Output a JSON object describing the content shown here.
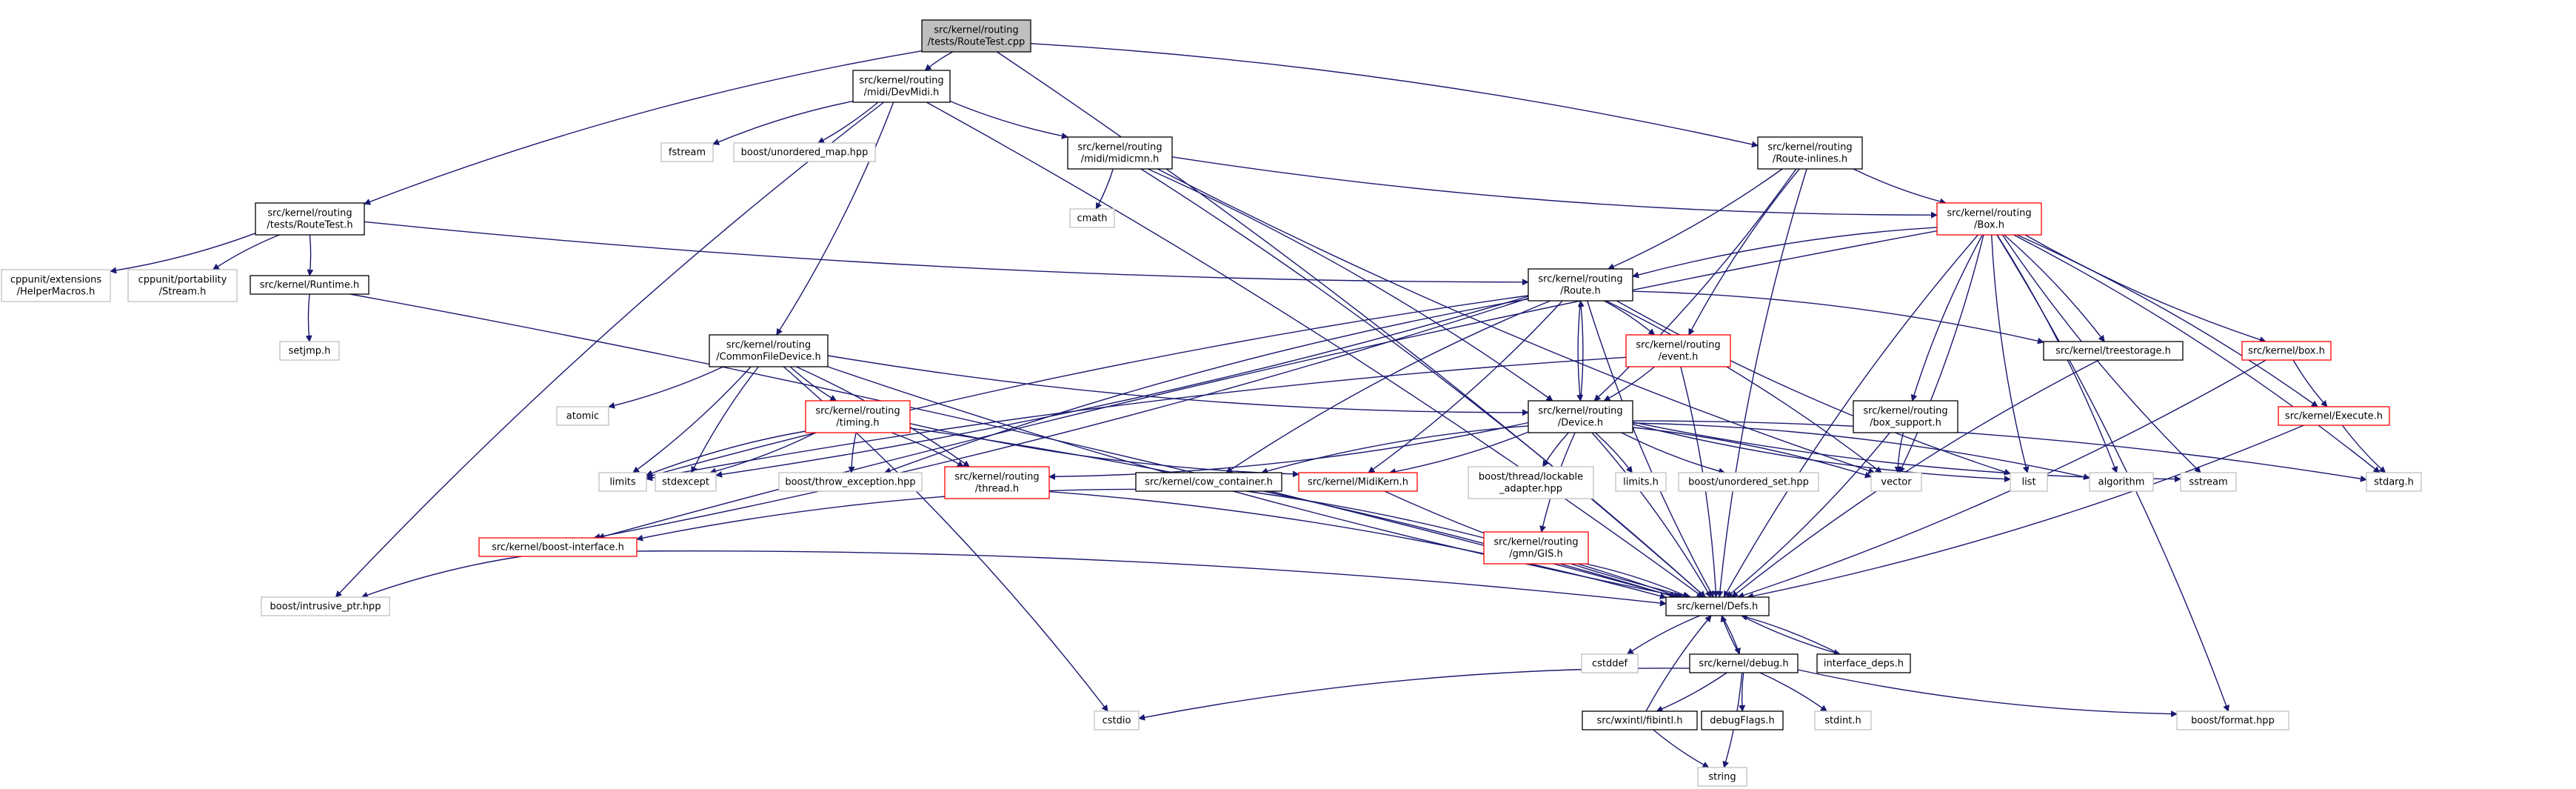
{
  "root": "src/kernel/routing/tests/RouteTest.cpp",
  "legend_colors": {
    "root_fill": "#bfbfbf",
    "normal_border": "#000000",
    "truncated_border": "#ff0000",
    "external_border": "#bfbfbf",
    "edge": "#191970",
    "text": "#000000"
  },
  "nodes": [
    {
      "id": "routetest_cpp",
      "kind": "root",
      "lines": [
        "src/kernel/routing",
        "/tests/RouteTest.cpp"
      ]
    },
    {
      "id": "devmidi_h",
      "kind": "normal",
      "lines": [
        "src/kernel/routing",
        "/midi/DevMidi.h"
      ]
    },
    {
      "id": "route_inlines_h",
      "kind": "normal",
      "lines": [
        "src/kernel/routing",
        "/Route-inlines.h"
      ]
    },
    {
      "id": "routetest_h",
      "kind": "normal",
      "lines": [
        "src/kernel/routing",
        "/tests/RouteTest.h"
      ]
    },
    {
      "id": "midicmn_h",
      "kind": "normal",
      "lines": [
        "src/kernel/routing",
        "/midi/midicmn.h"
      ]
    },
    {
      "id": "fstream",
      "kind": "external",
      "lines": [
        "fstream"
      ]
    },
    {
      "id": "boost_unordered_map",
      "kind": "external",
      "lines": [
        "boost/unordered_map.hpp"
      ]
    },
    {
      "id": "cmath",
      "kind": "external",
      "lines": [
        "cmath"
      ]
    },
    {
      "id": "box_h",
      "kind": "truncated",
      "lines": [
        "src/kernel/routing",
        "/Box.h"
      ]
    },
    {
      "id": "cppunit_helper",
      "kind": "external",
      "lines": [
        "cppunit/extensions",
        "/HelperMacros.h"
      ]
    },
    {
      "id": "cppunit_stream",
      "kind": "external",
      "lines": [
        "cppunit/portability",
        "/Stream.h"
      ]
    },
    {
      "id": "runtime_h",
      "kind": "normal",
      "lines": [
        "src/kernel/Runtime.h"
      ]
    },
    {
      "id": "setjmp_h",
      "kind": "external",
      "lines": [
        "setjmp.h"
      ]
    },
    {
      "id": "route_h",
      "kind": "normal",
      "lines": [
        "src/kernel/routing",
        "/Route.h"
      ]
    },
    {
      "id": "commonfile_h",
      "kind": "normal",
      "lines": [
        "src/kernel/routing",
        "/CommonFileDevice.h"
      ]
    },
    {
      "id": "event_h",
      "kind": "truncated",
      "lines": [
        "src/kernel/routing",
        "/event.h"
      ]
    },
    {
      "id": "treestorage_h",
      "kind": "normal",
      "lines": [
        "src/kernel/treestorage.h"
      ]
    },
    {
      "id": "kbox_h",
      "kind": "truncated",
      "lines": [
        "src/kernel/box.h"
      ]
    },
    {
      "id": "execute_h",
      "kind": "truncated",
      "lines": [
        "src/kernel/Execute.h"
      ]
    },
    {
      "id": "atomic",
      "kind": "external",
      "lines": [
        "atomic"
      ]
    },
    {
      "id": "timing_h",
      "kind": "truncated",
      "lines": [
        "src/kernel/routing",
        "/timing.h"
      ]
    },
    {
      "id": "device_h",
      "kind": "normal",
      "lines": [
        "src/kernel/routing",
        "/Device.h"
      ]
    },
    {
      "id": "box_support_h",
      "kind": "normal",
      "lines": [
        "src/kernel/routing",
        "/box_support.h"
      ]
    },
    {
      "id": "limits",
      "kind": "external",
      "lines": [
        "limits"
      ]
    },
    {
      "id": "stdexcept",
      "kind": "external",
      "lines": [
        "stdexcept"
      ]
    },
    {
      "id": "boost_throw",
      "kind": "external",
      "lines": [
        "boost/throw_exception.hpp"
      ]
    },
    {
      "id": "thread_h",
      "kind": "truncated",
      "lines": [
        "src/kernel/routing",
        "/thread.h"
      ]
    },
    {
      "id": "cow_container_h",
      "kind": "normal",
      "lines": [
        "src/kernel/cow_container.h"
      ]
    },
    {
      "id": "midikern_h",
      "kind": "truncated",
      "lines": [
        "src/kernel/MidiKern.h"
      ]
    },
    {
      "id": "boost_lockable",
      "kind": "external",
      "lines": [
        "boost/thread/lockable",
        "_adapter.hpp"
      ]
    },
    {
      "id": "limits_h",
      "kind": "external",
      "lines": [
        "limits.h"
      ]
    },
    {
      "id": "boost_unordered_set",
      "kind": "external",
      "lines": [
        "boost/unordered_set.hpp"
      ]
    },
    {
      "id": "vector",
      "kind": "external",
      "lines": [
        "vector"
      ]
    },
    {
      "id": "list",
      "kind": "external",
      "lines": [
        "list"
      ]
    },
    {
      "id": "algorithm",
      "kind": "external",
      "lines": [
        "algorithm"
      ]
    },
    {
      "id": "sstream",
      "kind": "external",
      "lines": [
        "sstream"
      ]
    },
    {
      "id": "stdarg_h",
      "kind": "external",
      "lines": [
        "stdarg.h"
      ]
    },
    {
      "id": "boost_iface_h",
      "kind": "truncated",
      "lines": [
        "src/kernel/boost-interface.h"
      ]
    },
    {
      "id": "gis_h",
      "kind": "truncated",
      "lines": [
        "src/kernel/routing",
        "/gmn/GIS.h"
      ]
    },
    {
      "id": "boost_intrusive",
      "kind": "external",
      "lines": [
        "boost/intrusive_ptr.hpp"
      ]
    },
    {
      "id": "defs_h",
      "kind": "normal",
      "lines": [
        "src/kernel/Defs.h"
      ]
    },
    {
      "id": "cstddef",
      "kind": "external",
      "lines": [
        "cstddef"
      ]
    },
    {
      "id": "debug_h",
      "kind": "normal",
      "lines": [
        "src/kernel/debug.h"
      ]
    },
    {
      "id": "interface_deps_h",
      "kind": "normal",
      "lines": [
        "interface_deps.h"
      ]
    },
    {
      "id": "cstdio",
      "kind": "external",
      "lines": [
        "cstdio"
      ]
    },
    {
      "id": "fibintl_h",
      "kind": "normal",
      "lines": [
        "src/wxintl/fibintl.h"
      ]
    },
    {
      "id": "debugflags_h",
      "kind": "normal",
      "lines": [
        "debugFlags.h"
      ]
    },
    {
      "id": "stdint_h",
      "kind": "external",
      "lines": [
        "stdint.h"
      ]
    },
    {
      "id": "boost_format",
      "kind": "external",
      "lines": [
        "boost/format.hpp"
      ]
    },
    {
      "id": "string",
      "kind": "external",
      "lines": [
        "string"
      ]
    }
  ]
}
